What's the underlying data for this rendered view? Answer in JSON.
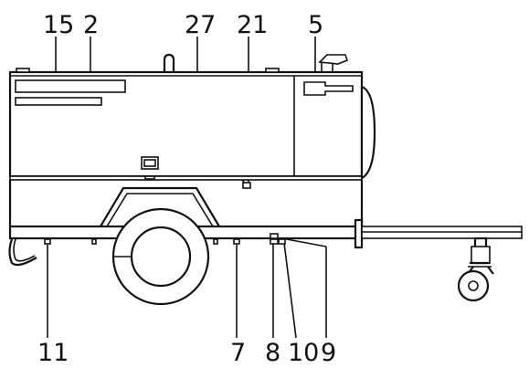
{
  "diagram": {
    "callouts_top": [
      "15",
      "2",
      "27",
      "21",
      "5"
    ],
    "callouts_bottom": [
      "11",
      "7",
      "8",
      "10",
      "9"
    ]
  }
}
